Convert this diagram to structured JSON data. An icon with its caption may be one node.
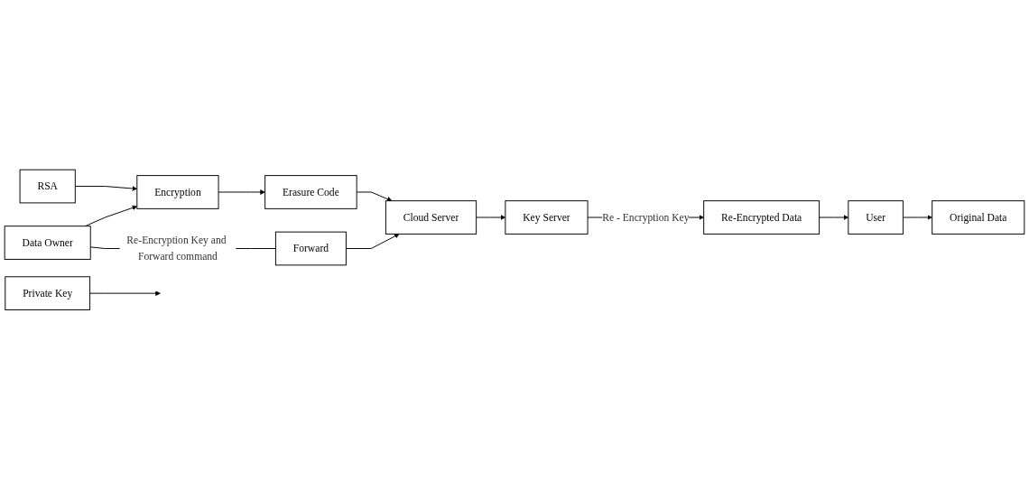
{
  "diagram": {
    "nodes": [
      {
        "text": [
          "RSA"
        ]
      },
      {
        "text": [
          "Data Owner"
        ]
      },
      {
        "text": [
          "Encryption"
        ]
      },
      {
        "text": [
          "Erasure Code"
        ]
      },
      {
        "text": [
          "Cloud Server"
        ]
      },
      {
        "text": [
          "Forward"
        ]
      },
      {
        "text": [
          "User"
        ]
      },
      {
        "text": [
          "Re-Encrypted Data"
        ]
      },
      {
        "text": [
          "Key Server"
        ]
      },
      {
        "text": [
          "Private Key"
        ]
      },
      {
        "text": [
          "Original Data"
        ]
      }
    ],
    "edges": [
      {
        "from": 0,
        "to": 2,
        "arrow": "to"
      },
      {
        "from": 1,
        "to": 2,
        "arrow": "to"
      },
      {
        "from": 2,
        "to": 3,
        "arrow": "to"
      },
      {
        "from": 3,
        "to": 4,
        "arrow": "to"
      },
      {
        "from": 1,
        "to": 5,
        "label": "Re-Encryption Key and Forward command",
        "arrow": "none"
      },
      {
        "from": 5,
        "to": 4,
        "arrow": "to"
      },
      {
        "from": 4,
        "to": 8,
        "arrow": "to"
      },
      {
        "from": 8,
        "to": 7,
        "label": "Re - Encryption Key",
        "arrow": "to"
      },
      {
        "from": 7,
        "to": 6,
        "arrow": "to"
      },
      {
        "from": 6,
        "to": 10,
        "arrow": "to"
      },
      {
        "from": 9,
        "to": null,
        "arrow": "to"
      }
    ]
  }
}
